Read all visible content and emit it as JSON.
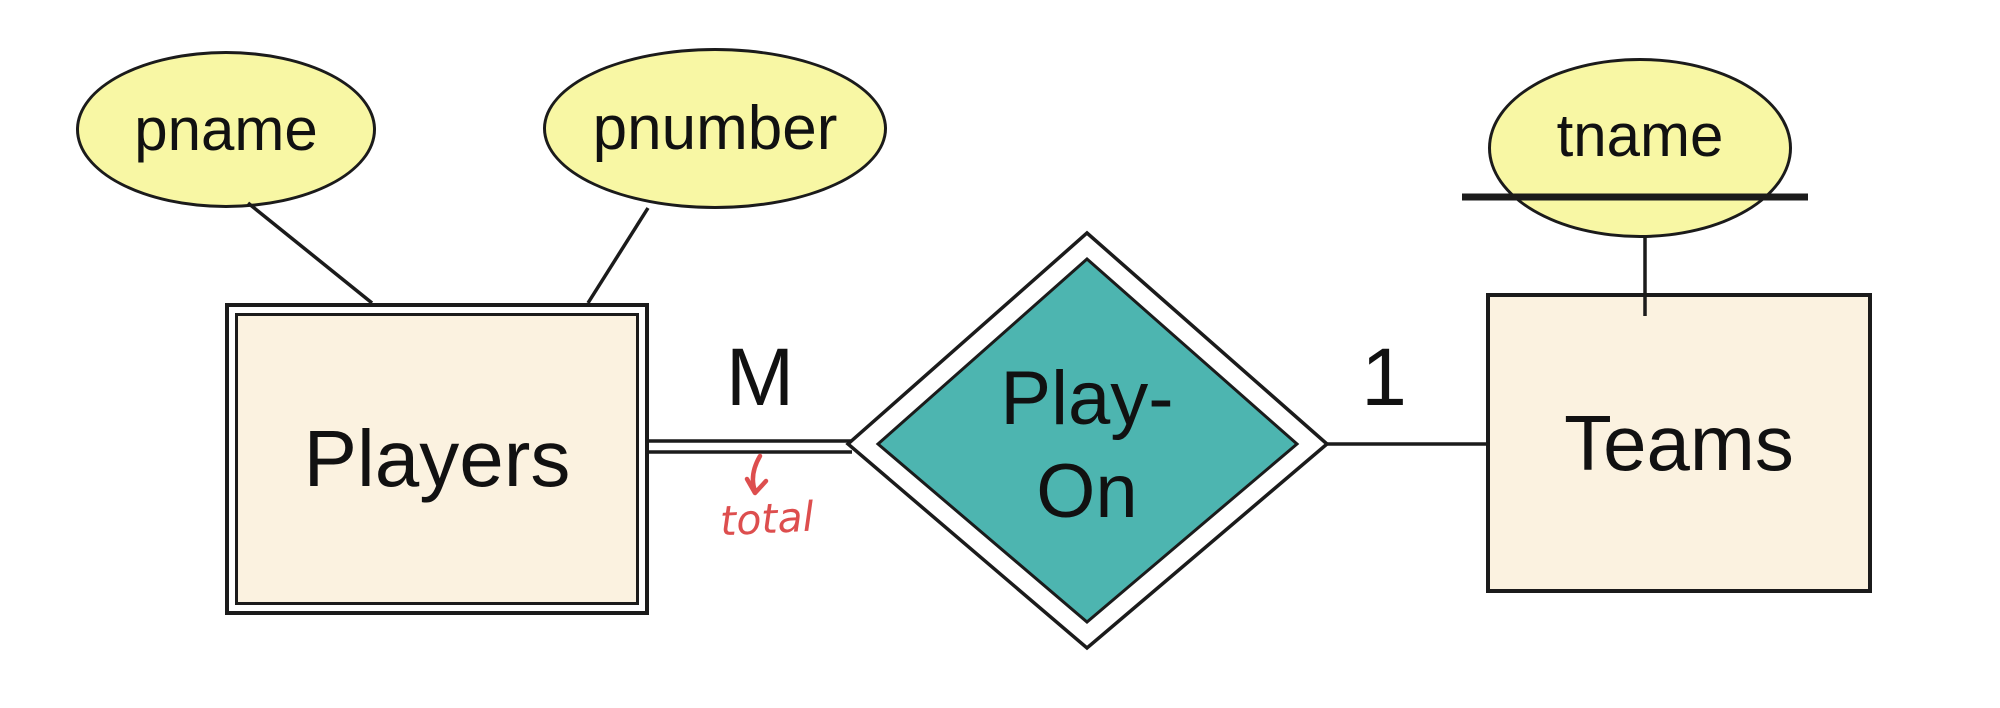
{
  "diagram": {
    "kind": "entity-relationship",
    "background": "#ffffff"
  },
  "colors": {
    "attribute_fill": "#f8f7a4",
    "entity_fill": "#fbf2e0",
    "relationship_fill": "#4db5b0",
    "stroke": "#1b1b1b",
    "annotation_red": "#dd4e4e"
  },
  "nodes": {
    "attr_pname": "pname",
    "attr_pnumber": "pnumber",
    "attr_tname": "tname",
    "entity_players": "Players",
    "entity_teams": "Teams",
    "relationship_line1": "Play-",
    "relationship_line2": "On"
  },
  "labels": {
    "cardinality_players": "M",
    "cardinality_teams": "1",
    "participation_note": "total"
  }
}
